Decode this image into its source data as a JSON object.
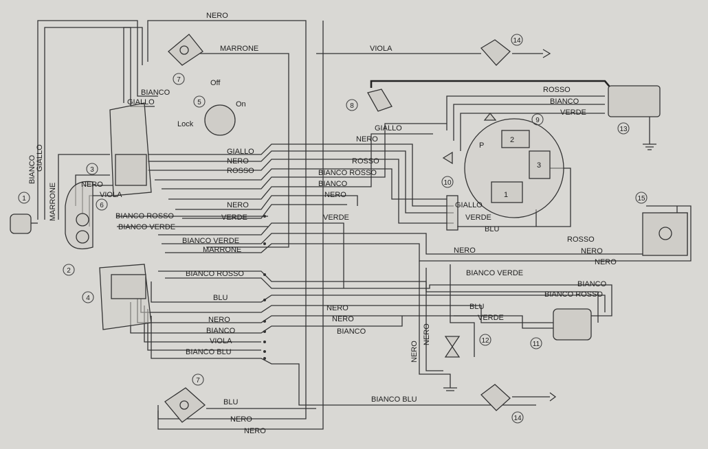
{
  "colors": {
    "background": "#d9d8d4",
    "wire": "#333333"
  },
  "component_numbers": {
    "n1": "1",
    "n2": "2",
    "n3": "3",
    "n4": "4",
    "n5": "5",
    "n6": "6",
    "n7a": "7",
    "n7b": "7",
    "n8": "8",
    "n9": "9",
    "n10": "10",
    "n11": "11",
    "n12": "12",
    "n13": "13",
    "n14a": "14",
    "n14b": "14",
    "n15": "15"
  },
  "ignition": {
    "off": "Off",
    "on": "On",
    "lock": "Lock"
  },
  "block_9": {
    "p": "P",
    "c1": "1",
    "c2": "2",
    "c3": "3"
  },
  "wire_labels": {
    "nero_top": "NERO",
    "marrone_top": "MARRONE",
    "viola_top": "VIOLA",
    "bianco_left": "BIANCO",
    "giallo_left": "GIALLO",
    "marrone_left": "MARRONE",
    "bianco_sw": "BIANCO",
    "giallo_sw": "GIALLO",
    "nero_sw": "NERO",
    "viola_sw": "VIOLA",
    "bianco_rosso_6": "BIANCO ROSSO",
    "bianco_verde_6": "BIANCO VERDE",
    "giallo_m1": "GIALLO",
    "nero_m1": "NERO",
    "rosso_m1": "ROSSO",
    "giallo_m2": "GIALLO",
    "nero_m2": "NERO",
    "rosso_m2": "ROSSO",
    "bianco_rosso_m": "BIANCO ROSSO",
    "bianco_m": "BIANCO",
    "nero_m3": "NERO",
    "nero_m4": "NERO",
    "verde_m1": "VERDE",
    "verde_m2": "VERDE",
    "bianco_verde_m": "BIANCO VERDE",
    "marrone_m": "MARRONE",
    "bianco_rosso_lower": "BIANCO ROSSO",
    "blu_lower": "BLU",
    "nero_lower1": "NERO",
    "bianco_lower": "BIANCO",
    "viola_lower": "VIOLA",
    "bianco_blu_lower": "BIANCO BLU",
    "nero_lower2": "NERO",
    "nero_lower3": "NERO",
    "bianco_lower2": "BIANCO",
    "rosso_13": "ROSSO",
    "bianco_13": "BIANCO",
    "verde_13": "VERDE",
    "giallo_10": "GIALLO",
    "verde_10": "VERDE",
    "blu_10": "BLU",
    "nero_mid": "NERO",
    "rosso_15": "ROSSO",
    "nero_15a": "NERO",
    "nero_15b": "NERO",
    "bianco_verde_r": "BIANCO VERDE",
    "bianco_11": "BIANCO",
    "bianco_rosso_11": "BIANCO ROSSO",
    "blu_11": "BLU",
    "verde_11": "VERDE",
    "nero_vert1": "NERO",
    "nero_vert2": "NERO",
    "blu_7": "BLU",
    "nero_7a": "NERO",
    "nero_7b": "NERO",
    "bianco_blu_14": "BIANCO BLU"
  }
}
